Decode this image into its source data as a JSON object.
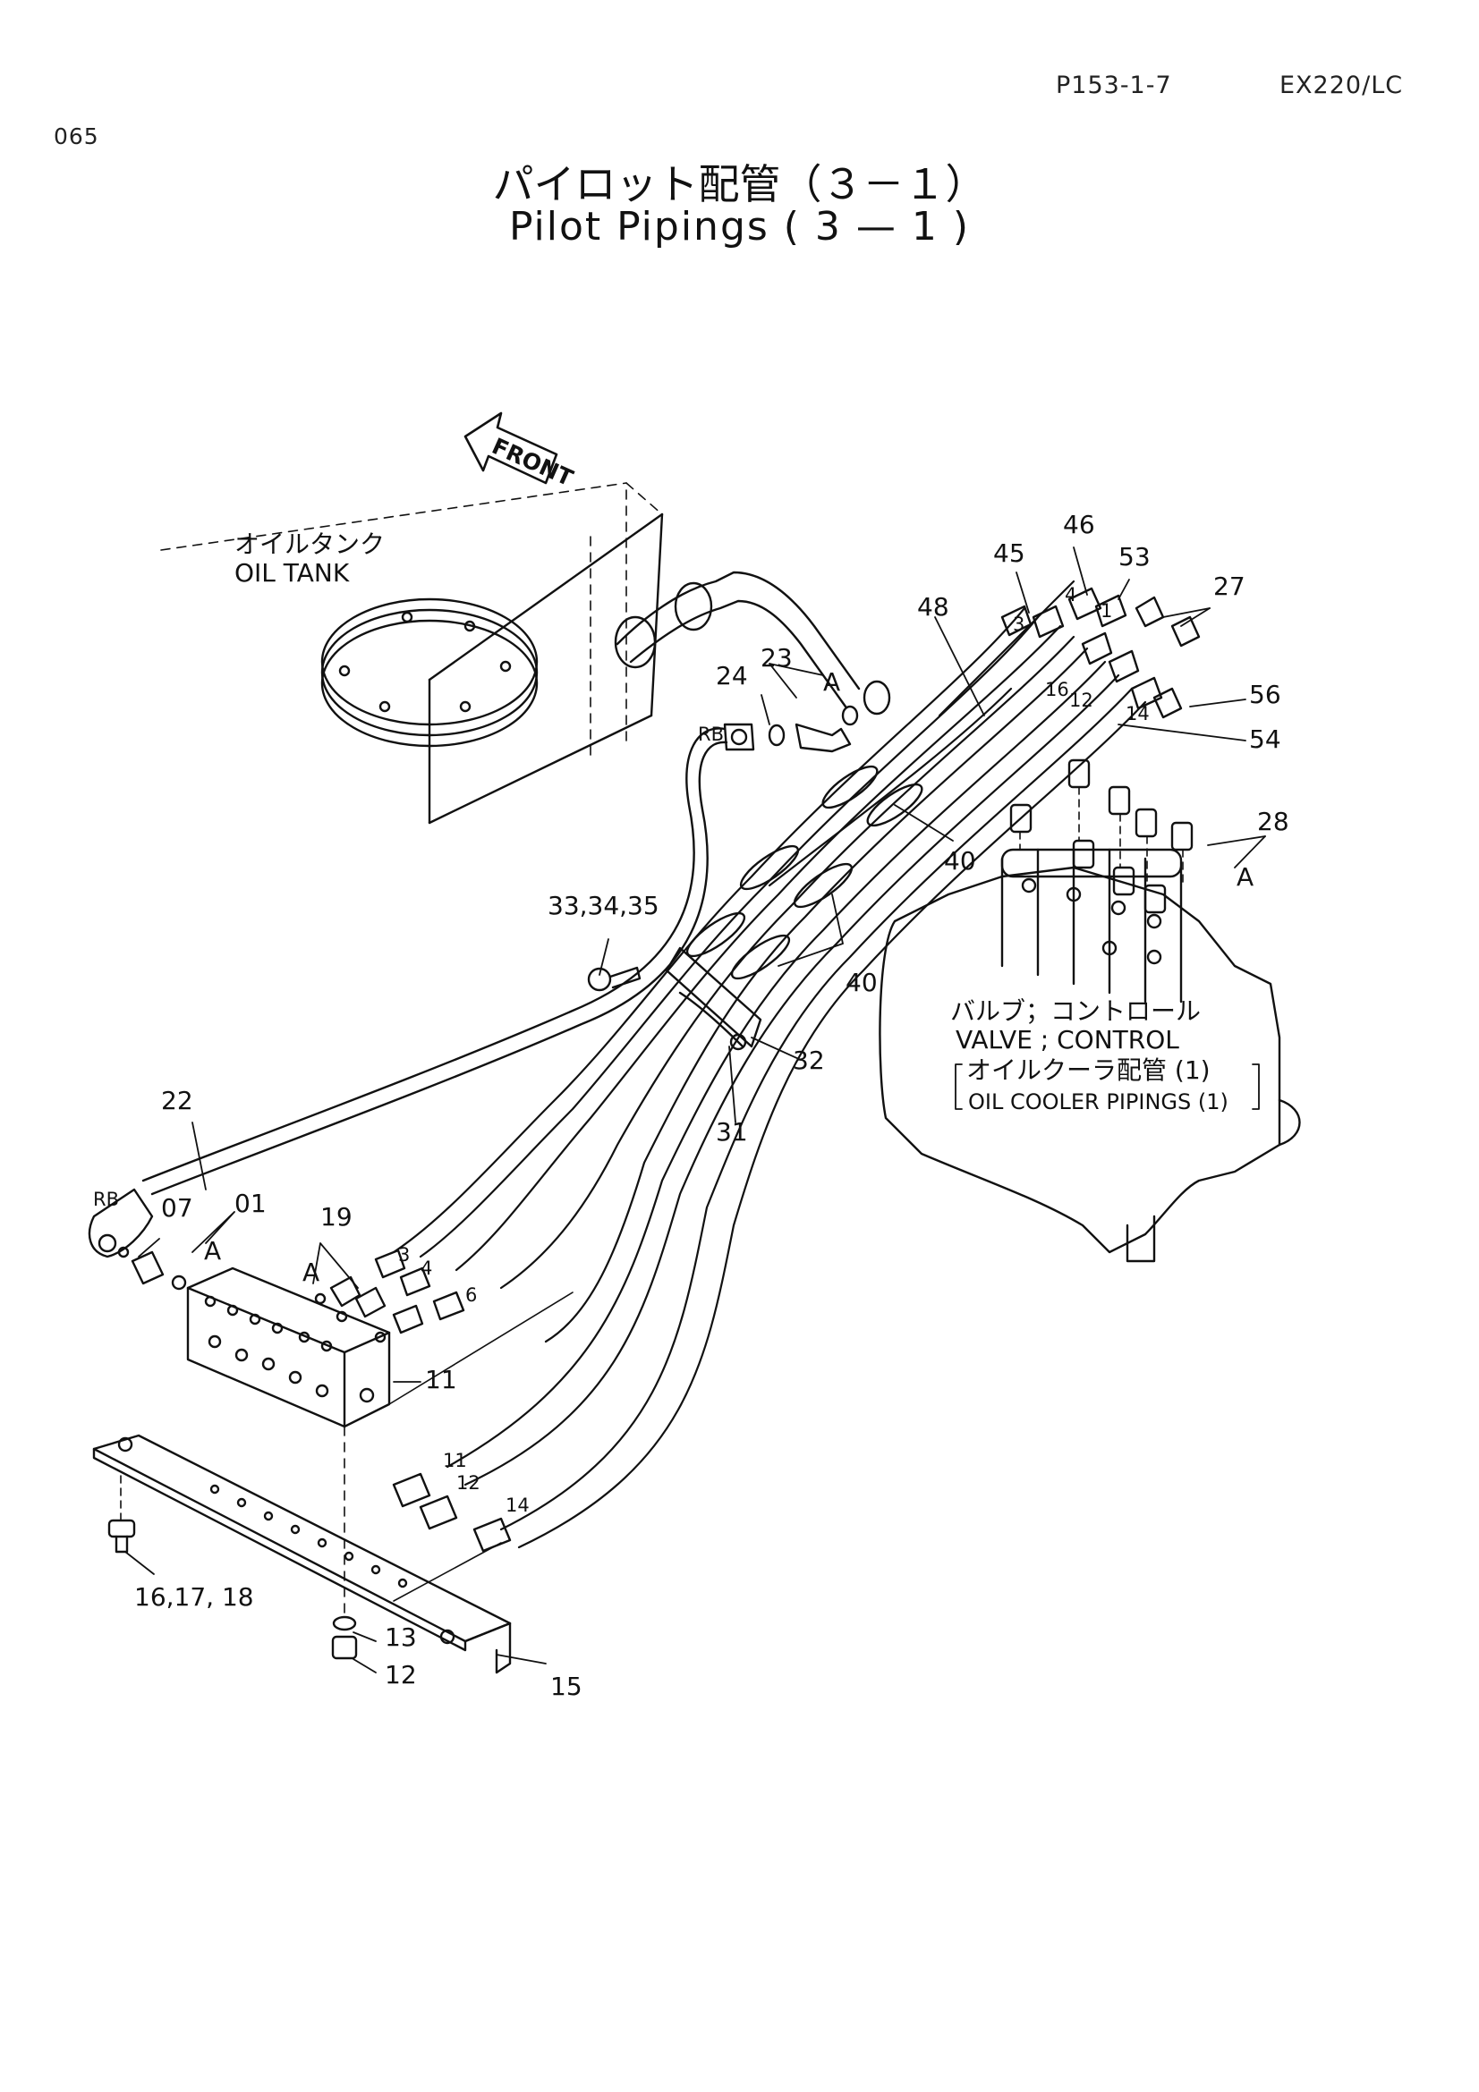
{
  "header": {
    "page_code": "P153-1-7",
    "model": "EX220/LC",
    "sheet_no": "065"
  },
  "title": {
    "japanese": "パイロット配管（３－１）",
    "english": "Pilot Pipings ( 3 — 1 )"
  },
  "front_label": "FRONT",
  "oil_tank": {
    "jp": "オイルタンク",
    "en": "OIL TANK"
  },
  "control_valve": {
    "jp": "バルブ；コントロール",
    "en": "VALVE ; CONTROL",
    "note_jp": "オイルクーラ配管 (1)",
    "note_en": "OIL COOLER PIPINGS (1)"
  },
  "callouts": {
    "c01": "01",
    "c07": "07",
    "c11": "11",
    "c12": "12",
    "c13": "13",
    "c15": "15",
    "c16_17_18": "16,17, 18",
    "c19": "19",
    "c22": "22",
    "c23": "23",
    "c24": "24",
    "c27": "27",
    "c28": "28",
    "c31": "31",
    "c32": "32",
    "c33_34_35": "33,34,35",
    "c40_upper": "40",
    "c40_lower": "40",
    "c45": "45",
    "c46": "46",
    "c48": "48",
    "c53": "53",
    "c54": "54",
    "c56": "56",
    "refA_1": "A",
    "refA_2": "A",
    "refA_3": "A",
    "refA_4": "A",
    "rb_1": "RB",
    "rb_2": "RB"
  },
  "port_marks": {
    "p3_left": "3",
    "p4_left": "4",
    "p6_left": "6",
    "p11": "11",
    "p12_lower": "12",
    "p14_lower": "14",
    "p3_upper": "3",
    "p4_upper": "4",
    "p1_upper": "1",
    "p16_upper": "16",
    "p12_upper": "12",
    "p14_upper": "14"
  }
}
